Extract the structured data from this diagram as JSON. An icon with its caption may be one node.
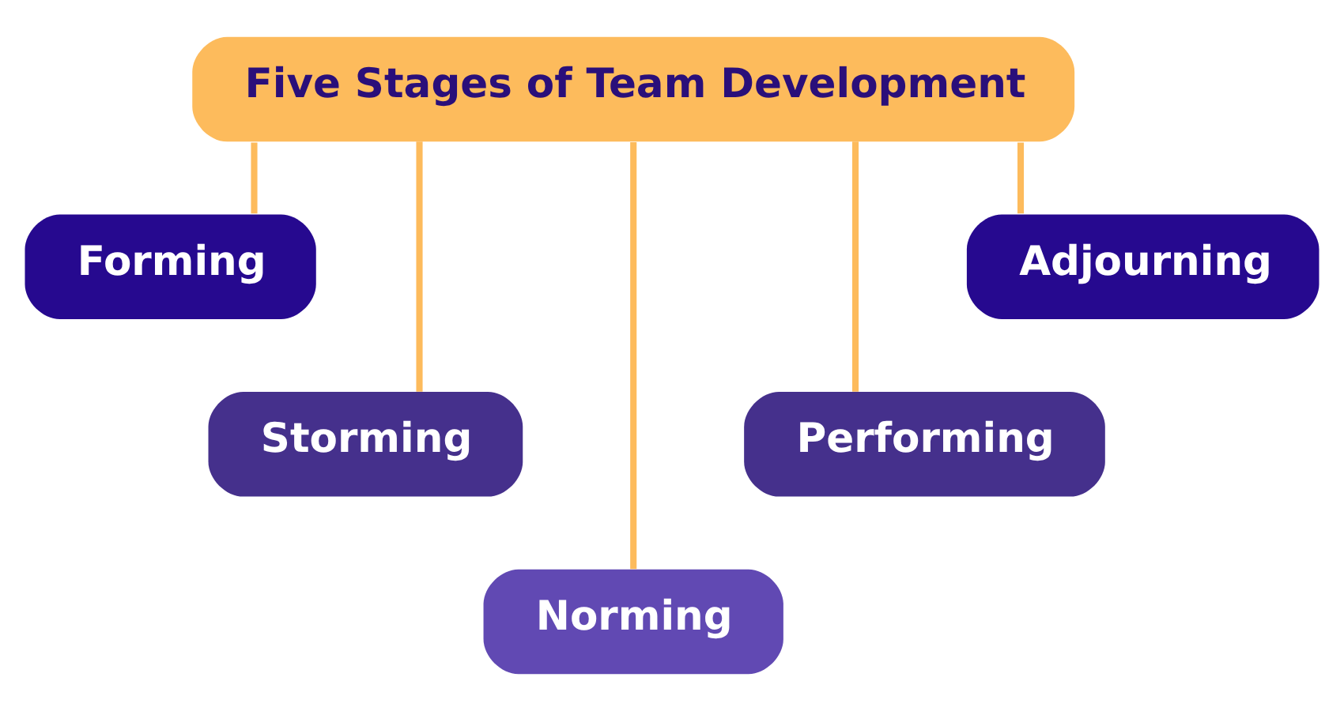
{
  "diagram": {
    "nodes": [
      {
        "text": [
          "Five Stages of Team Development"
        ]
      },
      {
        "text": [
          "Forming"
        ]
      },
      {
        "text": [
          "Storming"
        ]
      },
      {
        "text": [
          "Norming"
        ]
      },
      {
        "text": [
          "Performing"
        ]
      },
      {
        "text": [
          "Adjourning"
        ]
      }
    ],
    "edges": [
      {
        "from": 0,
        "to": 1,
        "arrow": "none"
      },
      {
        "from": 0,
        "to": 2,
        "arrow": "none"
      },
      {
        "from": 0,
        "to": 3,
        "arrow": "none"
      },
      {
        "from": 0,
        "to": 4,
        "arrow": "none"
      },
      {
        "from": 0,
        "to": 5,
        "arrow": "none"
      }
    ]
  }
}
